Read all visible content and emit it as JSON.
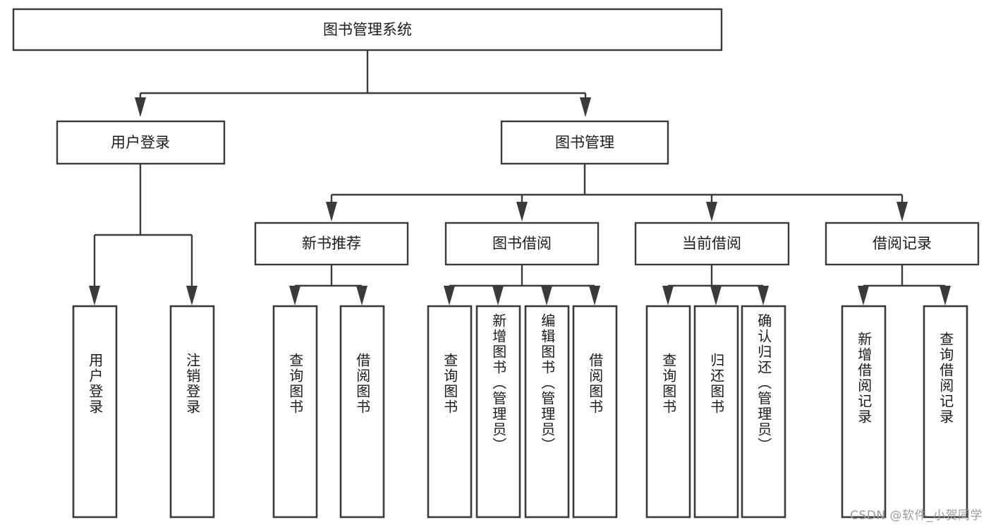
{
  "diagram": {
    "type": "tree",
    "title": "图书管理系统",
    "orientation": "top-down",
    "colors": {
      "box_stroke": "#3a3a3a",
      "box_fill": "#ffffff",
      "text": "#1b1b1b",
      "background": "#ffffff",
      "watermark": "#9c9c9c"
    },
    "root": {
      "label": "图书管理系统"
    },
    "level1": [
      {
        "label": "用户登录"
      },
      {
        "label": "图书管理"
      }
    ],
    "level2": [
      {
        "label": "新书推荐"
      },
      {
        "label": "图书借阅"
      },
      {
        "label": "当前借阅"
      },
      {
        "label": "借阅记录"
      }
    ],
    "leaves": {
      "user_login": [
        {
          "label": "用户登录"
        },
        {
          "label": "注销登录"
        }
      ],
      "new_book_recommend": [
        {
          "label": "查询图书"
        },
        {
          "label": "借阅图书"
        }
      ],
      "book_borrow": [
        {
          "label": "查询图书"
        },
        {
          "label": "新增图书（管理员）"
        },
        {
          "label": "编辑图书（管理员）"
        },
        {
          "label": "借阅图书"
        }
      ],
      "current_borrow": [
        {
          "label": "查询图书"
        },
        {
          "label": "归还图书"
        },
        {
          "label": "确认归还（管理员）"
        }
      ],
      "borrow_record": [
        {
          "label": "新增借阅记录"
        },
        {
          "label": "查询借阅记录"
        }
      ]
    }
  },
  "watermark": {
    "text": "CSDN @软件_小贺同学"
  }
}
